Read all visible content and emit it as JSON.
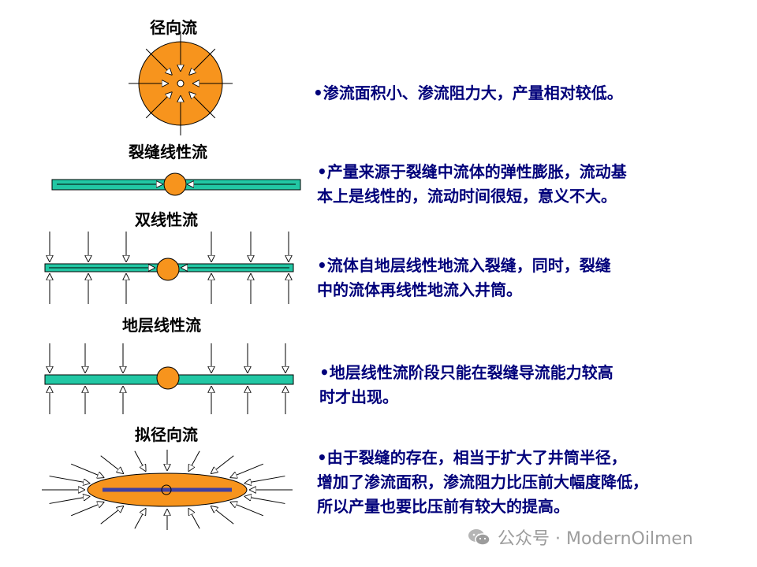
{
  "colors": {
    "orange": "#f7941d",
    "teal": "#22c7a4",
    "blue_text": "#00007a",
    "fracture_purple": "#4040a0"
  },
  "sections": [
    {
      "title": "径向流",
      "lines": [
        "•渗流面积小、渗流阻力大，产量相对较低。"
      ]
    },
    {
      "title": "裂缝线性流",
      "lines": [
        "•产量来源于裂缝中流体的弹性膨胀，流动基",
        "本上是线性的，流动时间很短，意义不大。"
      ]
    },
    {
      "title": "双线性流",
      "lines": [
        "•流体自地层线性地流入裂缝，同时，裂缝",
        "中的流体再线性地流入井筒。"
      ]
    },
    {
      "title": "地层线性流",
      "lines": [
        "•地层线性流阶段只能在裂缝导流能力较高",
        "时才出现。"
      ]
    },
    {
      "title": "拟径向流",
      "lines": [
        "•由于裂缝的存在，相当于扩大了井筒半径，",
        "增加了渗流面积，渗流阻力比压前大幅度降低，",
        "所以产量也要比压前有较大的提高。"
      ]
    }
  ],
  "watermark": {
    "icon": "wechat-icon",
    "text": "公众号 · ModernOilmen"
  }
}
